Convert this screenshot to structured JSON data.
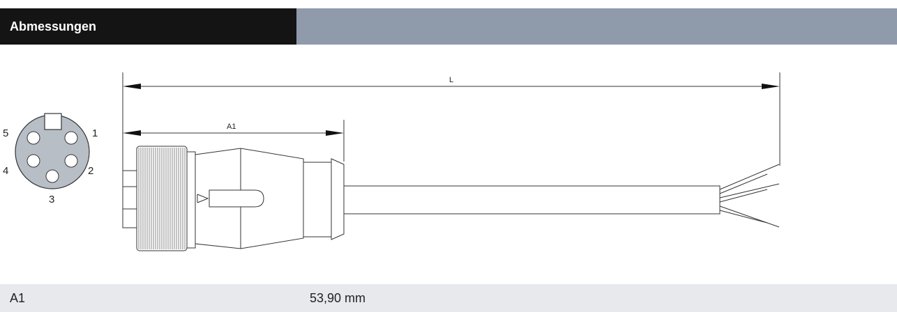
{
  "header": {
    "title": "Abmessungen"
  },
  "drawing": {
    "dimension_overall": "L",
    "dimension_connector": "A1",
    "pins": [
      "1",
      "2",
      "3",
      "4",
      "5"
    ]
  },
  "specs": [
    {
      "label": "A1",
      "value": "53,90 mm"
    }
  ]
}
